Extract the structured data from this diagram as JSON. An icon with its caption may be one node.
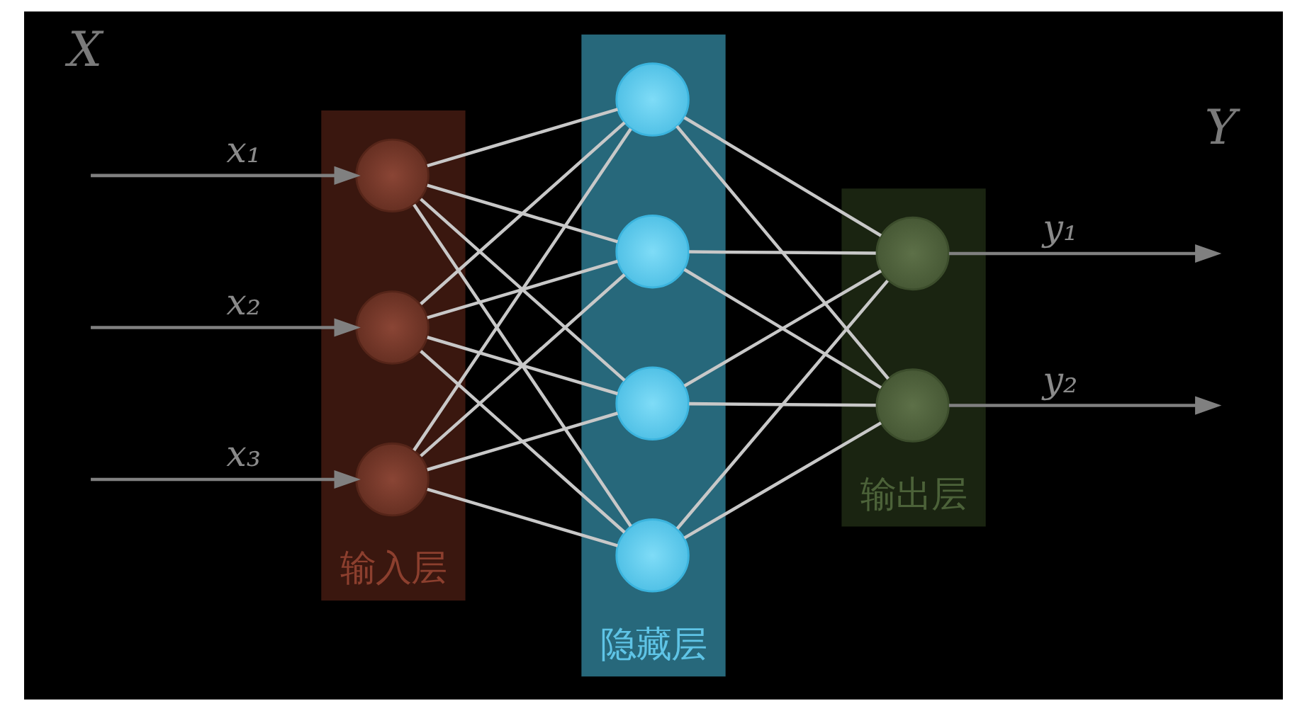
{
  "diagram": {
    "nodes": [
      {
        "text": [
          "输入层"
        ]
      },
      {
        "text": [],
        "shape": "circle",
        "in": 0
      },
      {
        "text": [],
        "shape": "circle",
        "in": 0
      },
      {
        "text": [],
        "shape": "circle",
        "in": 0
      },
      {
        "text": [
          "隐藏层"
        ]
      },
      {
        "text": [],
        "shape": "circle",
        "in": 4
      },
      {
        "text": [],
        "shape": "circle",
        "in": 4
      },
      {
        "text": [],
        "shape": "circle",
        "in": 4
      },
      {
        "text": [],
        "shape": "circle",
        "in": 4
      },
      {
        "text": [
          "输出层"
        ]
      },
      {
        "text": [],
        "shape": "circle",
        "in": 9
      },
      {
        "text": [],
        "shape": "circle",
        "in": 9
      }
    ],
    "edges": [
      {
        "from": null,
        "to": 1,
        "arrow": "to",
        "label": "x₁",
        "color": "#808080"
      },
      {
        "from": null,
        "to": 2,
        "arrow": "to",
        "label": "x₂",
        "color": "#808080"
      },
      {
        "from": null,
        "to": 3,
        "arrow": "to",
        "label": "x₃",
        "color": "#808080"
      },
      {
        "from": 1,
        "to": 5,
        "arrow": "none"
      },
      {
        "from": 1,
        "to": 6,
        "arrow": "none"
      },
      {
        "from": 1,
        "to": 7,
        "arrow": "none"
      },
      {
        "from": 1,
        "to": 8,
        "arrow": "none"
      },
      {
        "from": 2,
        "to": 5,
        "arrow": "none"
      },
      {
        "from": 2,
        "to": 6,
        "arrow": "none"
      },
      {
        "from": 2,
        "to": 7,
        "arrow": "none"
      },
      {
        "from": 2,
        "to": 8,
        "arrow": "none"
      },
      {
        "from": 3,
        "to": 5,
        "arrow": "none"
      },
      {
        "from": 3,
        "to": 6,
        "arrow": "none"
      },
      {
        "from": 3,
        "to": 7,
        "arrow": "none"
      },
      {
        "from": 3,
        "to": 8,
        "arrow": "none"
      },
      {
        "from": 5,
        "to": 10,
        "arrow": "none"
      },
      {
        "from": 5,
        "to": 11,
        "arrow": "none"
      },
      {
        "from": 6,
        "to": 10,
        "arrow": "none"
      },
      {
        "from": 6,
        "to": 11,
        "arrow": "none"
      },
      {
        "from": 7,
        "to": 10,
        "arrow": "none"
      },
      {
        "from": 7,
        "to": 11,
        "arrow": "none"
      },
      {
        "from": 8,
        "to": 10,
        "arrow": "none"
      },
      {
        "from": 8,
        "to": 11,
        "arrow": "none"
      },
      {
        "from": 10,
        "to": null,
        "arrow": "to",
        "label": "y₁",
        "color": "#808080"
      },
      {
        "from": 11,
        "to": null,
        "arrow": "to",
        "label": "y₂",
        "color": "#808080"
      }
    ],
    "labels": [
      "X",
      "Y"
    ]
  }
}
